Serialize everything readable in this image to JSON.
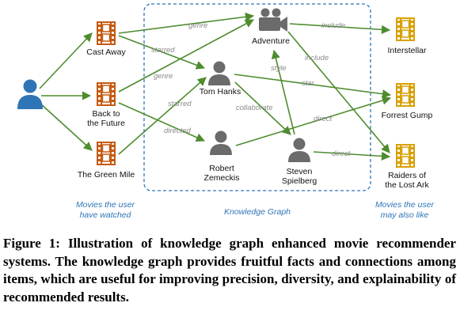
{
  "user_icon": "user-icon",
  "watched": {
    "cast_away": "Cast Away",
    "back_to_the_future": [
      "Back to",
      "the Future"
    ],
    "green_mile": "The Green Mile"
  },
  "kg": {
    "adventure": "Adventure",
    "tom_hanks": "Tom Hanks",
    "robert_zemeckis": [
      "Robert",
      "Zemeckis"
    ],
    "steven_spielberg": [
      "Steven",
      "Spielberg"
    ]
  },
  "recommended": {
    "interstellar": "Interstellar",
    "forrest_gump": "Forrest Gump",
    "raiders": [
      "Raiders of",
      "the Lost Ark"
    ]
  },
  "relations": {
    "genre_top": "genre",
    "starred_top": "starred",
    "genre_mid": "genre",
    "starred_mid": "starred",
    "directed": "directed",
    "include_top": "include",
    "include_mid": "include",
    "style": "style",
    "star": "star",
    "collaborate": "collaborate",
    "direct_upper": "direct",
    "direct_lower": "direct"
  },
  "sections": {
    "watched": [
      "Movies the user",
      "have watched"
    ],
    "kg": "Knowledge Graph",
    "recommend": [
      "Movies the user",
      "may also like"
    ]
  },
  "caption": {
    "label": "Figure 1:",
    "text": "Illustration of knowledge graph enhanced movie recommender systems. The knowledge graph provides fruitful facts and connections among items, which are useful for improving precision, diversity, and explainability of recommended results."
  },
  "colors": {
    "arrow": "#4e8c2e",
    "film_orange": "#c55a11",
    "film_gold": "#d9a000",
    "user_blue": "#2e75b6",
    "person_gray": "#6b6b6b",
    "dashed_box": "#2e75b6",
    "relation_text": "#8a8a8a",
    "section_text": "#2e75b6"
  }
}
